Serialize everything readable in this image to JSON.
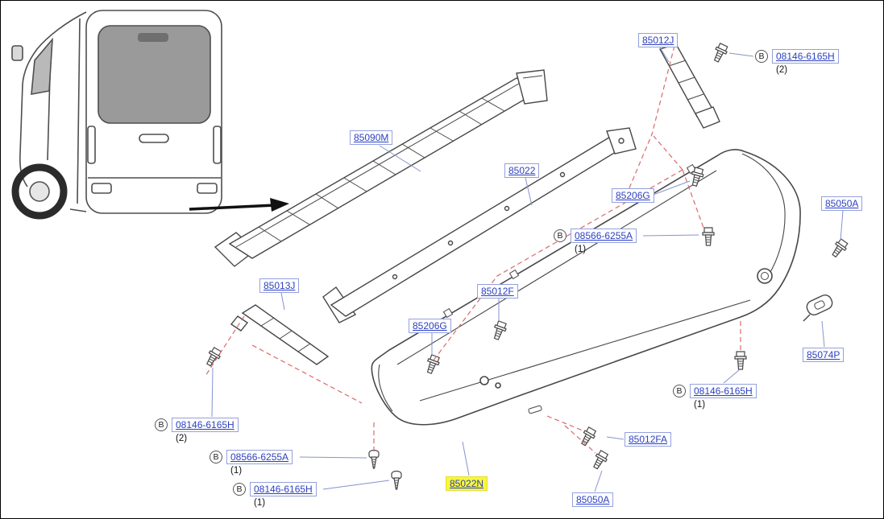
{
  "colors": {
    "part_link": "#2b3fc0",
    "highlight": "#f9f73a",
    "dashed_line": "#d96a6a",
    "line_art": "#474747"
  },
  "labels": [
    {
      "text": "85012J"
    },
    {
      "prefix": "B",
      "text": "08146-6165H",
      "qty": "(2)"
    },
    {
      "text": "85090M"
    },
    {
      "text": "85022"
    },
    {
      "text": "85206G"
    },
    {
      "prefix": "B",
      "text": "08566-6255A",
      "qty": "(1)"
    },
    {
      "text": "85050A"
    },
    {
      "text": "85013J"
    },
    {
      "text": "85012F"
    },
    {
      "text": "85206G"
    },
    {
      "prefix": "B",
      "text": "08146-6165H",
      "qty": "(2)"
    },
    {
      "prefix": "B",
      "text": "08566-6255A",
      "qty": "(1)"
    },
    {
      "prefix": "B",
      "text": "08146-6165H",
      "qty": "(1)"
    },
    {
      "text": "85022N",
      "highlight": true
    },
    {
      "text": "85012FA"
    },
    {
      "text": "85050A"
    },
    {
      "prefix": "B",
      "text": "08146-6165H",
      "qty": "(1)"
    },
    {
      "text": "85074P"
    }
  ]
}
